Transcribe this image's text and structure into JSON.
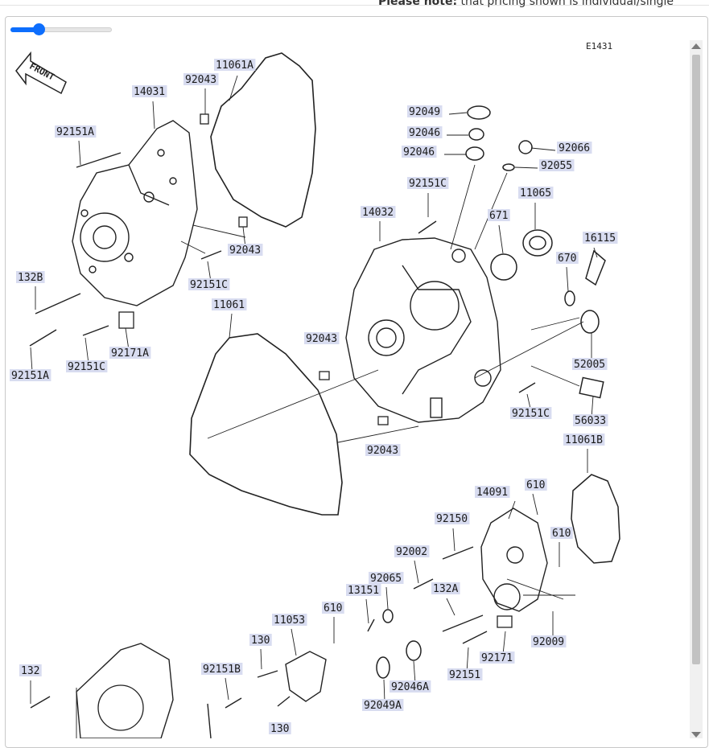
{
  "notice": {
    "bold": "Please note:",
    "rest": " that pricing shown is individual/single"
  },
  "zoom": {
    "value": 0.28
  },
  "diagram": {
    "code": "E1431",
    "front": "FRONT",
    "labels": [
      "14031",
      "92043",
      "11061A",
      "92151A",
      "92043",
      "92151C",
      "132B",
      "92151A",
      "92151C",
      "92171A",
      "11061",
      "92049",
      "92046",
      "92046",
      "92066",
      "92055",
      "92151C",
      "14032",
      "671",
      "11065",
      "16115",
      "670",
      "92043",
      "52005",
      "92151C",
      "56033",
      "92043",
      "11061B",
      "14091",
      "610",
      "92150",
      "610",
      "92002",
      "92065",
      "132A",
      "13151",
      "610",
      "11053",
      "130",
      "92171",
      "92009",
      "92151B",
      "92151",
      "92046A",
      "92049A",
      "132",
      "130"
    ]
  },
  "colors": {
    "accent": "#0d6efd",
    "label_bg": "#d8dcf0",
    "line": "#222222"
  }
}
